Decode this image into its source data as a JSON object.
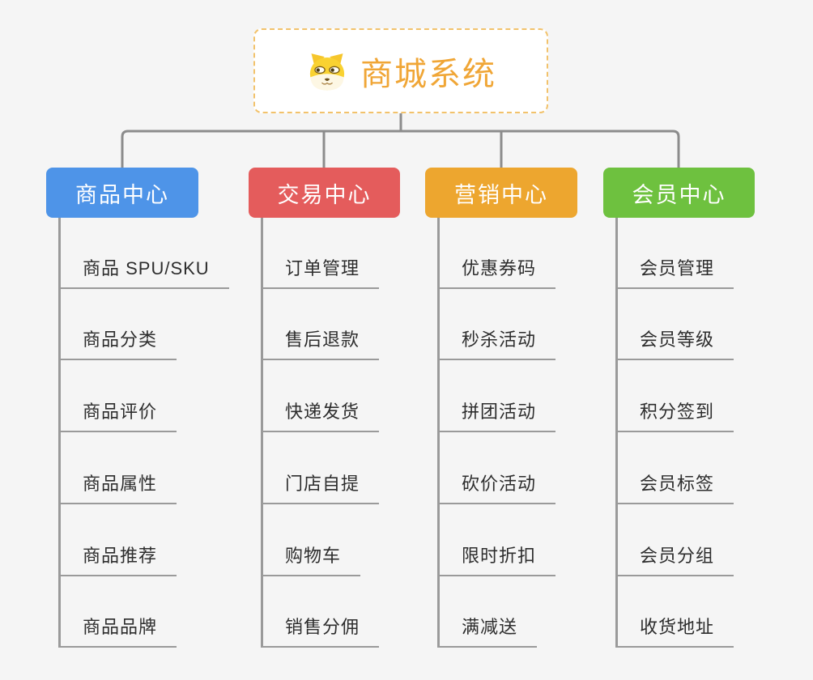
{
  "root": {
    "title": "商城系统",
    "icon": "doge-icon",
    "title_color": "#F0A636",
    "border_color": "#F2C26B"
  },
  "connector_color": "#8C8C8C",
  "line_color": "#9A9A9A",
  "background_color": "#F5F5F5",
  "branches": [
    {
      "label": "商品中心",
      "color": "#4E94E8",
      "items": [
        "商品 SPU/SKU",
        "商品分类",
        "商品评价",
        "商品属性",
        "商品推荐",
        "商品品牌"
      ]
    },
    {
      "label": "交易中心",
      "color": "#E45C5C",
      "items": [
        "订单管理",
        "售后退款",
        "快递发货",
        "门店自提",
        "购物车",
        "销售分佣"
      ]
    },
    {
      "label": "营销中心",
      "color": "#EDA62F",
      "items": [
        "优惠券码",
        "秒杀活动",
        "拼团活动",
        "砍价活动",
        "限时折扣",
        "满减送"
      ]
    },
    {
      "label": "会员中心",
      "color": "#6EC13F",
      "items": [
        "会员管理",
        "会员等级",
        "积分签到",
        "会员标签",
        "会员分组",
        "收货地址"
      ]
    }
  ]
}
